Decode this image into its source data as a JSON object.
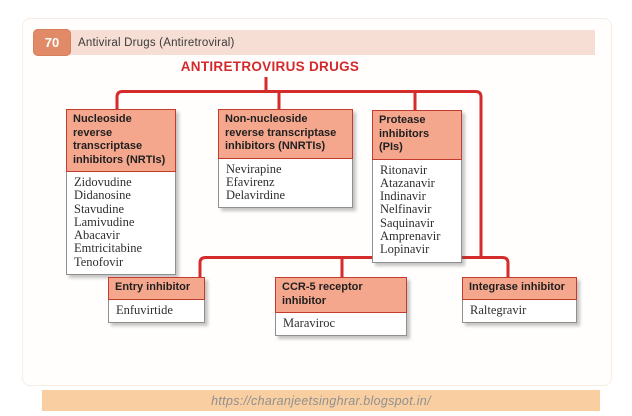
{
  "page": {
    "slide_number": "70",
    "header_title": "Antiviral Drugs (Antiretroviral)",
    "diagram_title": "ANTIRETROVIRUS DRUGS",
    "footer_url": "https://charanjeetsinghrar.blogspot.in/"
  },
  "colors": {
    "connector_red": "#d42b2b",
    "title_red": "#d3292c",
    "badge_orange": "#e18a68",
    "header_bar_pink": "#f7ded4",
    "box_header_salmon": "#f5a78e",
    "footer_peach": "#f9cfa2"
  },
  "boxes": [
    {
      "id": "nrti",
      "title": "Nucleoside reverse transcriptase inhibitors (NRTIs)",
      "drugs": [
        "Zidovudine",
        "Didanosine",
        "Stavudine",
        "Lamivudine",
        "Abacavir",
        "Emtricitabine",
        "Tenofovir"
      ]
    },
    {
      "id": "nnrti",
      "title": "Non-nucleoside reverse transcriptase inhibitors (NNRTIs)",
      "drugs": [
        "Nevirapine",
        "Efavirenz",
        "Delavirdine"
      ]
    },
    {
      "id": "pi",
      "title": "Protease inhibitors (PIs)",
      "drugs": [
        "Ritonavir",
        "Atazanavir",
        "Indinavir",
        "Nelfinavir",
        "Saquinavir",
        "Amprenavir",
        "Lopinavir"
      ]
    },
    {
      "id": "entry",
      "title": "Entry inhibitor",
      "drugs": [
        "Enfuvirtide"
      ]
    },
    {
      "id": "ccr5",
      "title": "CCR-5 receptor inhibitor",
      "drugs": [
        "Maraviroc"
      ]
    },
    {
      "id": "integrase",
      "title": "Integrase inhibitor",
      "drugs": [
        "Raltegravir"
      ]
    }
  ]
}
